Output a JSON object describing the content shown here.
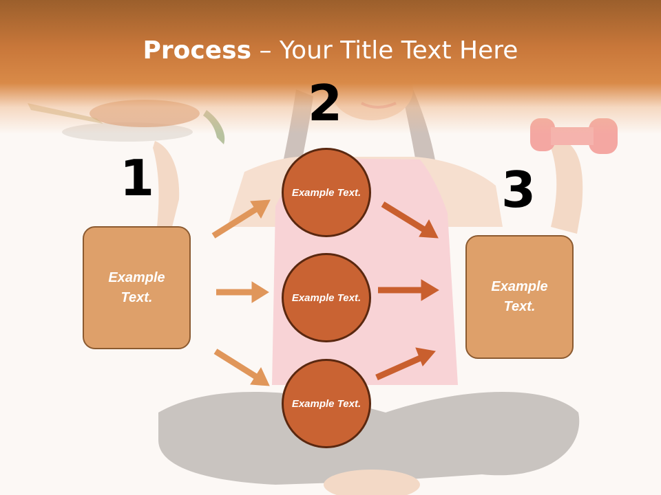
{
  "title": {
    "bold": "Process",
    "rest": " – Your Title Text Here"
  },
  "steps": [
    {
      "number": "1",
      "label": "Example Text."
    },
    {
      "number": "2",
      "items": [
        "Example Text.",
        "Example Text.",
        "Example Text."
      ]
    },
    {
      "number": "3",
      "label": "Example Text."
    }
  ],
  "colors": {
    "header": "#c8773a",
    "box_fill": "#dea06a",
    "circle_fill": "#c96333",
    "arrow_light": "#e0965a",
    "arrow_dark": "#c95f2e"
  }
}
